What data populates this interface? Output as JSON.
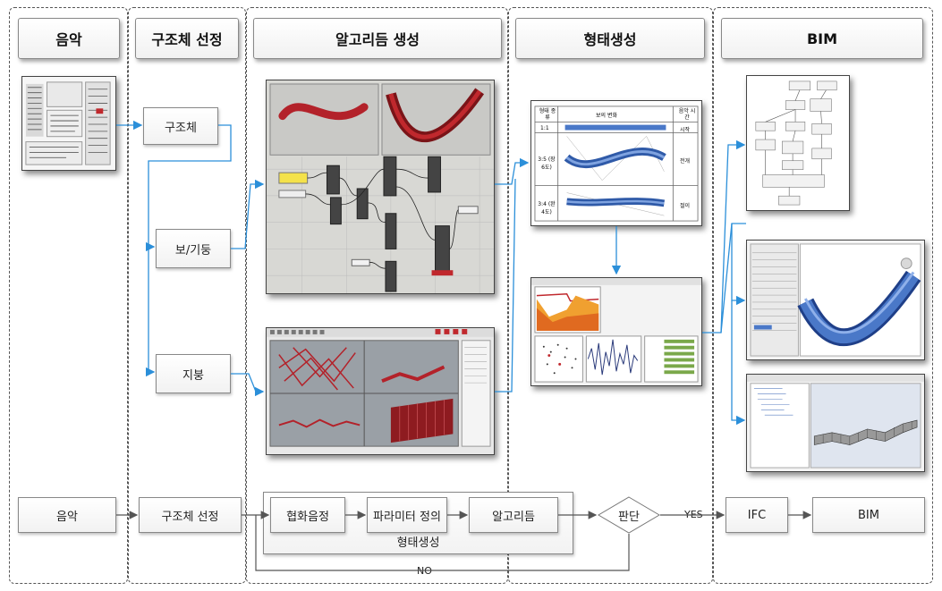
{
  "lanes": {
    "music": "음악",
    "structure": "구조체 선정",
    "algorithm": "알고리듬 생성",
    "form": "형태생성",
    "bim": "BIM"
  },
  "structure_items": [
    "구조체",
    "보/기둥",
    "지붕"
  ],
  "flow": {
    "music": "음악",
    "structure": "구조체 선정",
    "harmony": "협화음정",
    "parameter": "파라미터 정의",
    "algorithm": "알고리듬",
    "form_group": "형태생성",
    "decision": "판단",
    "yes": "YES",
    "no": "NO",
    "ifc": "IFC",
    "bim": "BIM"
  },
  "table": {
    "head": [
      "형태 종류",
      "보의 변화",
      "음악 시간"
    ],
    "rows": [
      [
        "1:1",
        "",
        "시작"
      ],
      [
        "3:5 (장6도)",
        "",
        "전개"
      ],
      [
        "3:4 (완4도)",
        "",
        "절이"
      ]
    ]
  },
  "colors": {
    "arrow": "#2b8fd9",
    "lane_border": "#555555",
    "beam_red": "#c0282d",
    "beam_blue": "#4a78c8"
  }
}
